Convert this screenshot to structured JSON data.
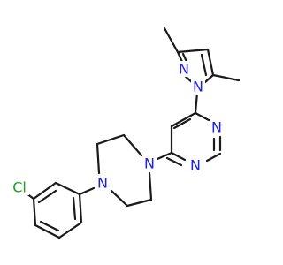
{
  "atoms": {
    "n_pyrazole_n2": {
      "text": "N",
      "color": "#2020e0"
    },
    "n_pyrazole_n1": {
      "text": "N",
      "color": "#2020e0"
    },
    "n_pyrimidine_n3": {
      "text": "N",
      "color": "#2020e0"
    },
    "n_pyrimidine_n1": {
      "text": "N",
      "color": "#2020e0"
    },
    "n_piperazine_n1": {
      "text": "N",
      "color": "#2020e0"
    },
    "n_piperazine_n4": {
      "text": "N",
      "color": "#2020e0"
    },
    "cl_chloro": {
      "text": "Cl",
      "color": "#1e9e1e"
    }
  }
}
